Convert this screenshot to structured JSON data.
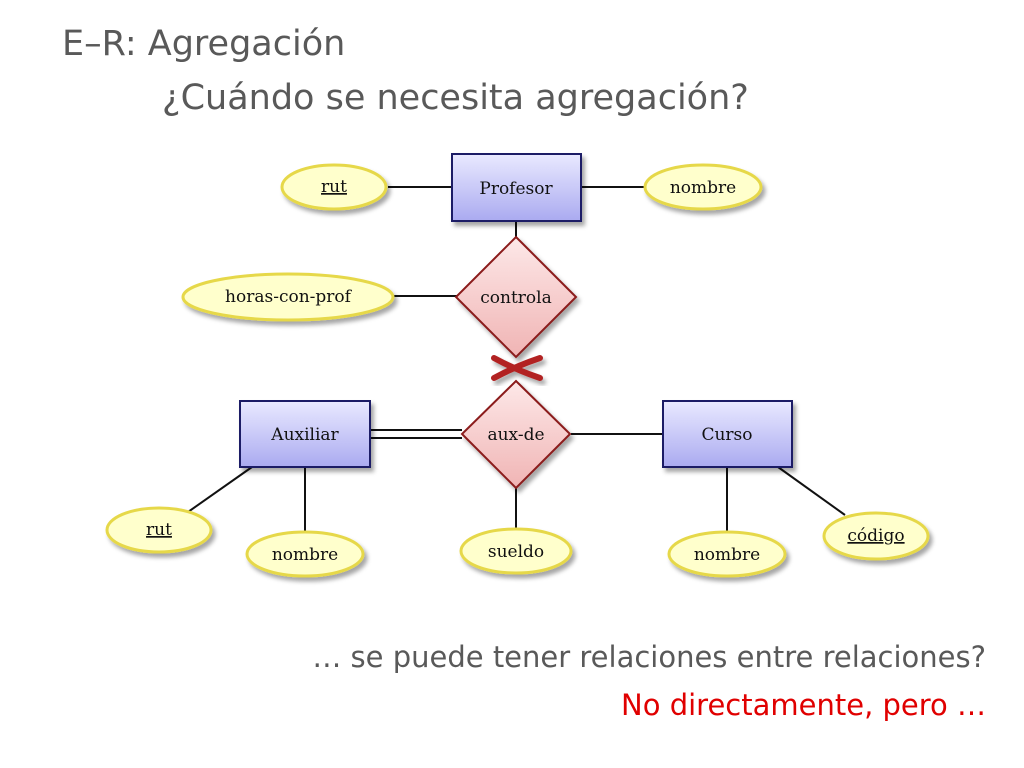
{
  "slide": {
    "title": "E–R: Agregación",
    "subtitle": "¿Cuándo se necesita agregación?",
    "question": "… se puede tener relaciones entre relaciones?",
    "answer": "No directamente, pero …"
  },
  "colors": {
    "text": "#595959",
    "answer": "#e00000",
    "entity_fill": "#c9c9f5",
    "entity_stroke": "#1a1a66",
    "relation_fill": "#f7cccc",
    "relation_stroke": "#8b1a1a",
    "attribute_fill": "#ffffcc",
    "attribute_stroke": "#e6d84a",
    "cross_mark": "#b22222"
  },
  "diagram": {
    "entities": {
      "profesor": "Profesor",
      "auxiliar": "Auxiliar",
      "curso": "Curso"
    },
    "relations": {
      "controla": "controla",
      "aux_de": "aux-de"
    },
    "attributes": {
      "profesor_rut": "rut",
      "profesor_nombre": "nombre",
      "horas_con_prof": "horas-con-prof",
      "auxiliar_rut": "rut",
      "auxiliar_nombre": "nombre",
      "sueldo": "sueldo",
      "curso_nombre": "nombre",
      "curso_codigo": "código"
    },
    "cross_mark": "x-mark-icon"
  }
}
